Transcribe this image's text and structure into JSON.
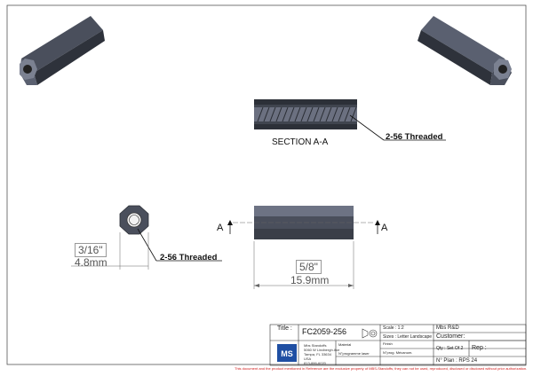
{
  "section_label": "SECTION A-A",
  "thread_callout_top": "2-56 Threaded",
  "thread_callout_hex": "2-56 Threaded",
  "section_marker_left": "A",
  "section_marker_right": "A",
  "dim_hex_in": "3/16\"",
  "dim_hex_mm": "4.8mm",
  "dim_len_in": "5/8\"",
  "dim_len_mm": "15.9mm",
  "title_block": {
    "title_label": "Title :",
    "part_number": "FC2059-256",
    "scale": "Scale : 1:2",
    "company": "Mbs R&D",
    "sizes": "Sizes : Letter Landscape",
    "customer": "Customer:",
    "finish": "Finish",
    "qty": "Qty : Set Of 2",
    "rep": "Rep :",
    "material": "Material",
    "programme": "N°programme laser",
    "prog_mecanum": "N°prog. Mécanum.",
    "plan_no": "N° Plan : RPS 24",
    "logo_text": "MS",
    "address_lines": [
      "Mbs Standoffs",
      "5060 W Lindbergh Ave",
      "Tampa, FL 33634",
      "USA",
      "813-886-6020"
    ]
  },
  "footer_notice": "This document and the product mentioned in Reference are the exclusive property of MBS-Standoffs; they can not be used, reproduced, disclosed or disclosed without prior authorization.",
  "colors": {
    "footer_red": "#d01818",
    "part_dark": "#3f4450",
    "part_mid": "#6d7384",
    "part_light": "#9aa0af"
  }
}
